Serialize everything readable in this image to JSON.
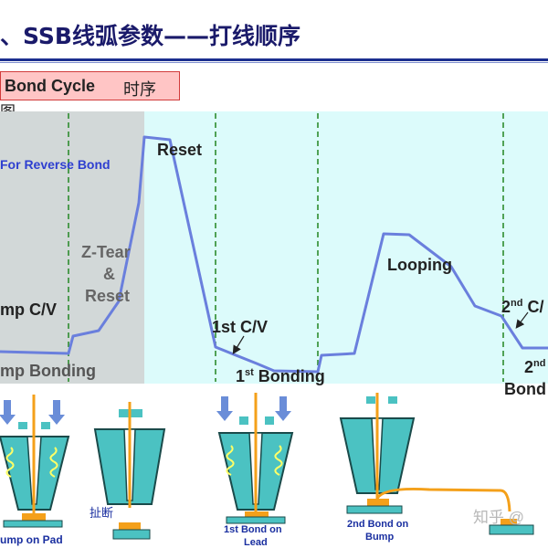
{
  "title": "、SSB线弧参数——打线顺序",
  "section": {
    "label_en": "Bond Cycle",
    "label_zh": "时序"
  },
  "sub_label": "图",
  "timing_diagram": {
    "note": "For Reverse Bond",
    "stage_labels": {
      "bump_cv": "mp C/V",
      "bump_bonding": "mp Bonding",
      "z_tear": "Z-Tear",
      "amp": "&",
      "reset_mid": "Reset",
      "reset_top": "Reset",
      "first_cv": "1st C/V",
      "first_bonding_num": "1",
      "first_bonding_sup": "st",
      "first_bonding_text": " Bonding",
      "looping": "Looping",
      "second_cv_num": "2",
      "second_cv_sup": "nd",
      "second_cv_text": " C/",
      "second_bond_num": "2",
      "second_bond_sup": "nd",
      "second_bond_text": "Bond"
    }
  },
  "illustrations": {
    "cap1_caption": "ump on Pad",
    "cap2_annotation": "扯断",
    "cap3_caption_line1": "1st Bond on",
    "cap3_caption_line2": "Lead",
    "cap4_caption_line1": "2nd Bond on",
    "cap4_caption_line2": "Bump"
  },
  "watermark": "知乎 @",
  "colors": {
    "curve": "#6a7fdd",
    "gray_panel": "#d2d8d8",
    "cyan_panel": "#dcfbfb",
    "divider": "#2e8c2e",
    "capillary": "#4bc2c2",
    "wire": "#f4a01a",
    "arrow": "#6a8dd8",
    "title_text": "#1a1a6a",
    "note_text": "#2e3fd0"
  }
}
